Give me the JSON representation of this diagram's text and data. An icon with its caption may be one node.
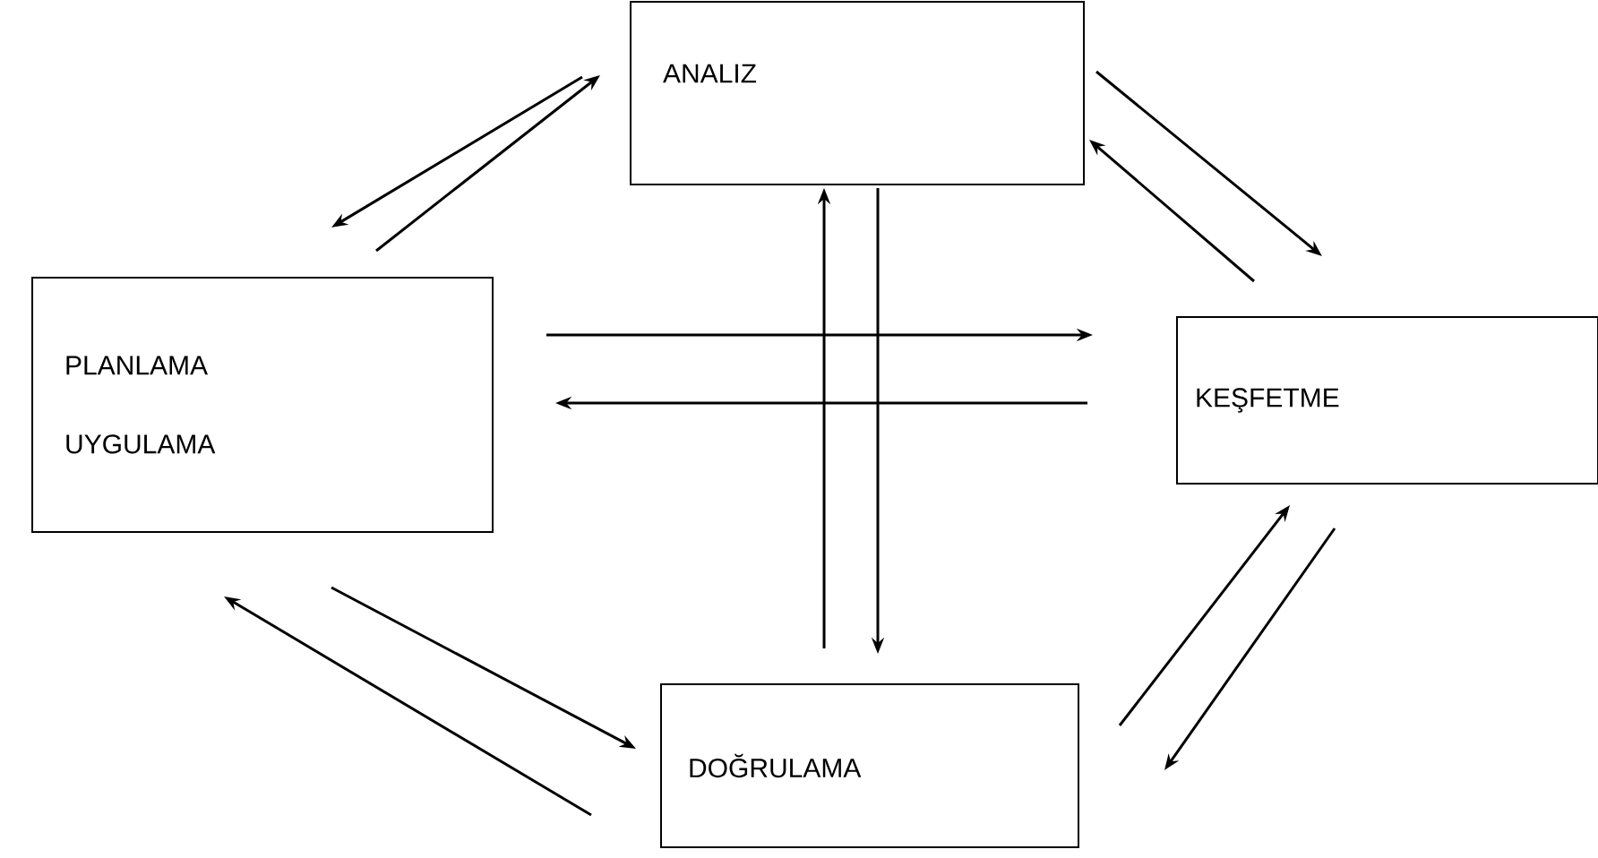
{
  "diagram": {
    "nodes": [
      {
        "text": [
          "ANALIZ"
        ]
      },
      {
        "text": [
          "PLANLAMA",
          "UYGULAMA"
        ]
      },
      {
        "text": [
          "KEŞFETME"
        ]
      },
      {
        "text": [
          "DOĞRULAMA"
        ]
      }
    ],
    "edges": [
      {
        "from": 0,
        "to": 1,
        "arrow": "to"
      },
      {
        "from": 1,
        "to": 0,
        "arrow": "to"
      },
      {
        "from": 0,
        "to": 2,
        "arrow": "to"
      },
      {
        "from": 2,
        "to": 0,
        "arrow": "to"
      },
      {
        "from": 1,
        "to": 2,
        "arrow": "to"
      },
      {
        "from": 2,
        "to": 1,
        "arrow": "to"
      },
      {
        "from": 3,
        "to": 0,
        "arrow": "to"
      },
      {
        "from": 0,
        "to": 3,
        "arrow": "to"
      },
      {
        "from": 1,
        "to": 3,
        "arrow": "to"
      },
      {
        "from": 3,
        "to": 1,
        "arrow": "to"
      },
      {
        "from": 3,
        "to": 2,
        "arrow": "to"
      },
      {
        "from": 2,
        "to": 3,
        "arrow": "to"
      }
    ]
  }
}
